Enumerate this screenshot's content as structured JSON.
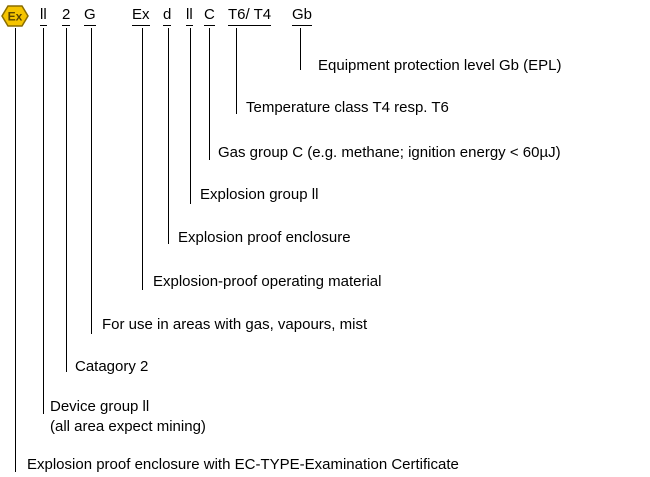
{
  "marking": {
    "ex_symbol": "Ex",
    "device_group": "ll",
    "category": "2",
    "atmosphere": "G",
    "ex": "Ex",
    "protection_type": "d",
    "explosion_group": "ll",
    "gas_group": "C",
    "temperature_class": "T6/ T4",
    "epl": "Gb"
  },
  "descriptions": {
    "epl": "Equipment protection level Gb (EPL)",
    "temperature_class": "Temperature class T4 resp. T6",
    "gas_group": "Gas group C (e.g.  methane; ignition energy < 60µJ)",
    "explosion_group": "Explosion group ll",
    "protection_type": "Explosion proof enclosure",
    "ex": "Explosion-proof operating material",
    "atmosphere": "For use in areas with gas, vapours, mist",
    "category": "Catagory 2",
    "device_group_line1": "Device group ll",
    "device_group_line2": "(all area expect mining)",
    "ex_symbol": "Explosion proof enclosure with EC-TYPE-Examination Certificate"
  },
  "colors": {
    "ex_logo_fill": "#f5c400",
    "ex_logo_stroke": "#8a6d00",
    "text": "#000000"
  }
}
